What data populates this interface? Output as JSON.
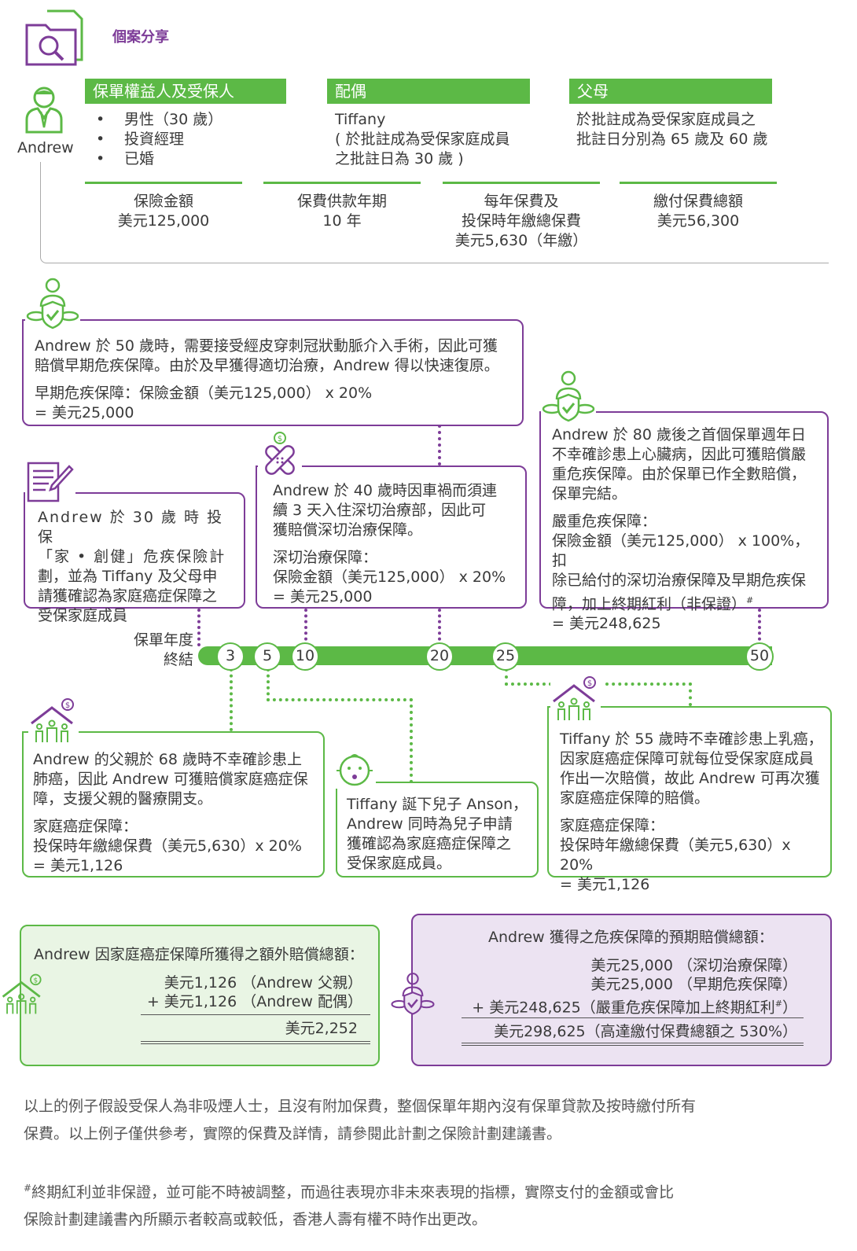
{
  "section_title": "個案分享",
  "policyholder": {
    "name": "Andrew",
    "header": "保單權益人及受保人",
    "items": [
      "男性（30 歲）",
      "投資經理",
      "已婚"
    ]
  },
  "spouse": {
    "header": "配偶",
    "lines": [
      "Tiffany",
      "( 於批註成為受保家庭成員",
      "之批註日為 30 歲 )"
    ]
  },
  "parents": {
    "header": "父母",
    "lines": [
      "於批註成為受保家庭成員之",
      "批註日分別為 65 歲及 60 歲"
    ]
  },
  "summary": [
    {
      "lines": [
        "保險金額",
        "美元125,000"
      ]
    },
    {
      "lines": [
        "保費供款年期",
        "10 年"
      ]
    },
    {
      "lines": [
        "每年保費及",
        "投保時年繳總保費",
        "美元5,630（年繳）"
      ]
    },
    {
      "lines": [
        "繳付保費總額",
        "美元56,300"
      ]
    }
  ],
  "events": {
    "early_ci": {
      "lines": [
        "Andrew 於 50 歲時，需要接受經皮穿刺冠狀動脈介入手術，因此可獲",
        "賠償早期危疾保障。由於及早獲得適切治療，Andrew 得以快速復原。"
      ],
      "calc": [
        "早期危疾保障：保險金額（美元125,000） x 20%",
        "= 美元25,000"
      ]
    },
    "severe_ci": {
      "lines": [
        "Andrew 於 80 歲後之首個保單週年日",
        "不幸確診患上心臟病，因此可獲賠償嚴",
        "重危疾保障。由於保單已作全數賠償，",
        "保單完結。"
      ],
      "calc": [
        "嚴重危疾保障：",
        "保險金額（美元125,000） x 100%，扣",
        "除已給付的深切治療保障及早期危疾保",
        "障，加上終期紅利（非保證）",
        "= 美元248,625"
      ],
      "sup": "#"
    },
    "start": {
      "lines": [
        "Andrew 於 30 歲 時 投 保",
        "「家 • 創健」危疾保險計",
        "劃，並為 Tiffany 及父母申",
        "請獲確認為家庭癌症保障之",
        "受保家庭成員"
      ]
    },
    "icu": {
      "lines": [
        "Andrew 於 40 歲時因車禍而須連",
        "續 3 天入住深切治療部，因此可",
        "獲賠償深切治療保障。"
      ],
      "calc": [
        "深切治療保障：",
        "保險金額（美元125,000） x 20%",
        "= 美元25,000"
      ]
    },
    "father": {
      "lines": [
        "Andrew 的父親於 68 歲時不幸確診患上",
        "肺癌，因此 Andrew 可獲賠償家庭癌症保",
        "障，支援父親的醫療開支。"
      ],
      "calc": [
        "家庭癌症保障：",
        "投保時年繳總保費（美元5,630）x 20%",
        "= 美元1,126"
      ]
    },
    "son": {
      "lines": [
        "Tiffany 誕下兒子 Anson，",
        "Andrew 同時為兒子申請",
        "獲確認為家庭癌症保障之",
        "受保家庭成員。"
      ]
    },
    "tiffany": {
      "lines": [
        "Tiffany 於 55 歲時不幸確診患上乳癌，",
        "因家庭癌症保障可就每位受保家庭成員",
        "作出一次賠償，故此 Andrew 可再次獲",
        "家庭癌症保障的賠償。"
      ],
      "calc": [
        "家庭癌症保障：",
        "投保時年繳總保費（美元5,630）x 20%",
        "= 美元1,126"
      ]
    }
  },
  "timeline": {
    "label": [
      "保單年度",
      "終結"
    ],
    "markers": [
      "3",
      "5",
      "10",
      "20",
      "25",
      "50"
    ]
  },
  "totals": {
    "family": {
      "title": "Andrew 因家庭癌症保障所獲得之額外賠償總額：",
      "rows": [
        "美元1,126 （Andrew 父親）",
        "+  美元1,126 （Andrew 配偶）"
      ],
      "total": "美元2,252"
    },
    "ci": {
      "title": "Andrew 獲得之危疾保障的預期賠償總額：",
      "rows": [
        "美元25,000 （深切治療保障）",
        "美元25,000 （早期危疾保障）",
        "+  美元248,625（嚴重危疾保障加上終期紅利"
      ],
      "row3_close": "）",
      "sup": "#",
      "total": "美元298,625（高達繳付保費總額之 530%）"
    }
  },
  "footnotes": {
    "p1": [
      "以上的例子假設受保人為非吸煙人士，且沒有附加保費，整個保單年期內沒有保單貸款及按時繳付所有",
      "保費。以上例子僅供參考，實際的保費及詳情，請參閱此計劃之保險計劃建議書。"
    ],
    "mark": "#",
    "p2": [
      "終期紅利並非保證，並可能不時被調整，而過往表現亦非未來表現的指標，實際支付的金額或會比",
      "保險計劃建議書內所顯示者較高或較低，香港人壽有權不時作出更改。"
    ]
  },
  "colors": {
    "green": "#5cb946",
    "purple": "#7d3c98",
    "light_green": "#e9f5e4",
    "light_purple": "#ece3f2"
  }
}
